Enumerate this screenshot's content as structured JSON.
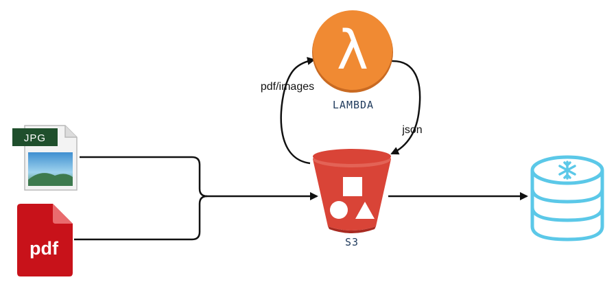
{
  "diagram": {
    "files": {
      "jpg_label": "JPG",
      "pdf_label": "pdf"
    },
    "lambda": {
      "glyph": "λ",
      "label": "LAMBDA"
    },
    "s3": {
      "label": "S3"
    },
    "edges": {
      "to_lambda": "pdf/images",
      "to_s3": "json"
    },
    "icons": [
      "image-file-icon",
      "pdf-file-icon",
      "lambda-icon",
      "s3-bucket-icon",
      "snowflake-database-icon"
    ],
    "colors": {
      "lambda": "#f08a33",
      "s3": "#d94437",
      "pdf": "#c8121a",
      "jpg_tag": "#1f4f2c",
      "database": "#5bc8e8",
      "lines": "#111111"
    }
  }
}
